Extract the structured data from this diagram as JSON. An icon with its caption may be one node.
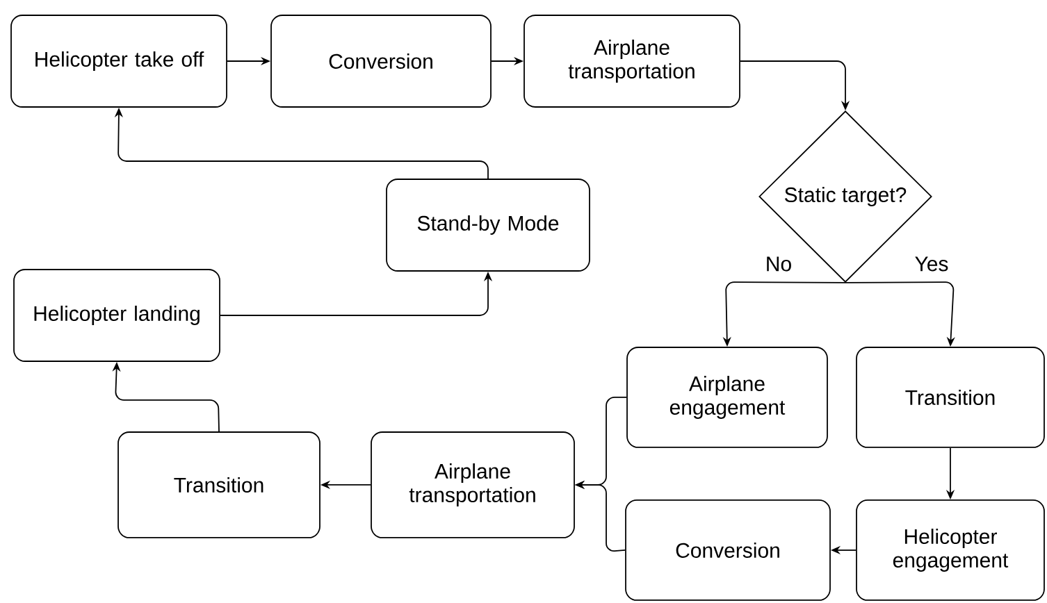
{
  "diagram": {
    "nodes": [
      {
        "text": [
          "Helicopter take off"
        ]
      },
      {
        "text": [
          "Conversion"
        ]
      },
      {
        "text": [
          "Airplane transportation"
        ]
      },
      {
        "text": [
          "Static target?"
        ]
      },
      {
        "text": [
          "Stand-by Mode"
        ]
      },
      {
        "text": [
          "Helicopter landing"
        ]
      },
      {
        "text": [
          "Airplane engagement"
        ]
      },
      {
        "text": [
          "Transition"
        ]
      },
      {
        "text": [
          "Transition"
        ]
      },
      {
        "text": [
          "Airplane transportation"
        ]
      },
      {
        "text": [
          "Conversion"
        ]
      },
      {
        "text": [
          "Helicopter engagement"
        ]
      }
    ],
    "edges": [
      {
        "from": 0,
        "to": 1,
        "arrow": "to"
      },
      {
        "from": 1,
        "to": 2,
        "arrow": "to"
      },
      {
        "from": 2,
        "to": 3,
        "arrow": "to"
      },
      {
        "from": 3,
        "to": 6,
        "arrow": "to",
        "label": "No"
      },
      {
        "from": 3,
        "to": 7,
        "arrow": "to",
        "label": "Yes"
      },
      {
        "from": 7,
        "to": 11,
        "arrow": "to"
      },
      {
        "from": 11,
        "to": 10,
        "arrow": "to"
      },
      {
        "from": 6,
        "to": 9,
        "arrow": "to"
      },
      {
        "from": 10,
        "to": 9,
        "arrow": "to"
      },
      {
        "from": 9,
        "to": 8,
        "arrow": "to"
      },
      {
        "from": 8,
        "to": 5,
        "arrow": "to"
      },
      {
        "from": 5,
        "to": 4,
        "arrow": "to"
      },
      {
        "from": 4,
        "to": 0,
        "arrow": "to"
      }
    ]
  }
}
